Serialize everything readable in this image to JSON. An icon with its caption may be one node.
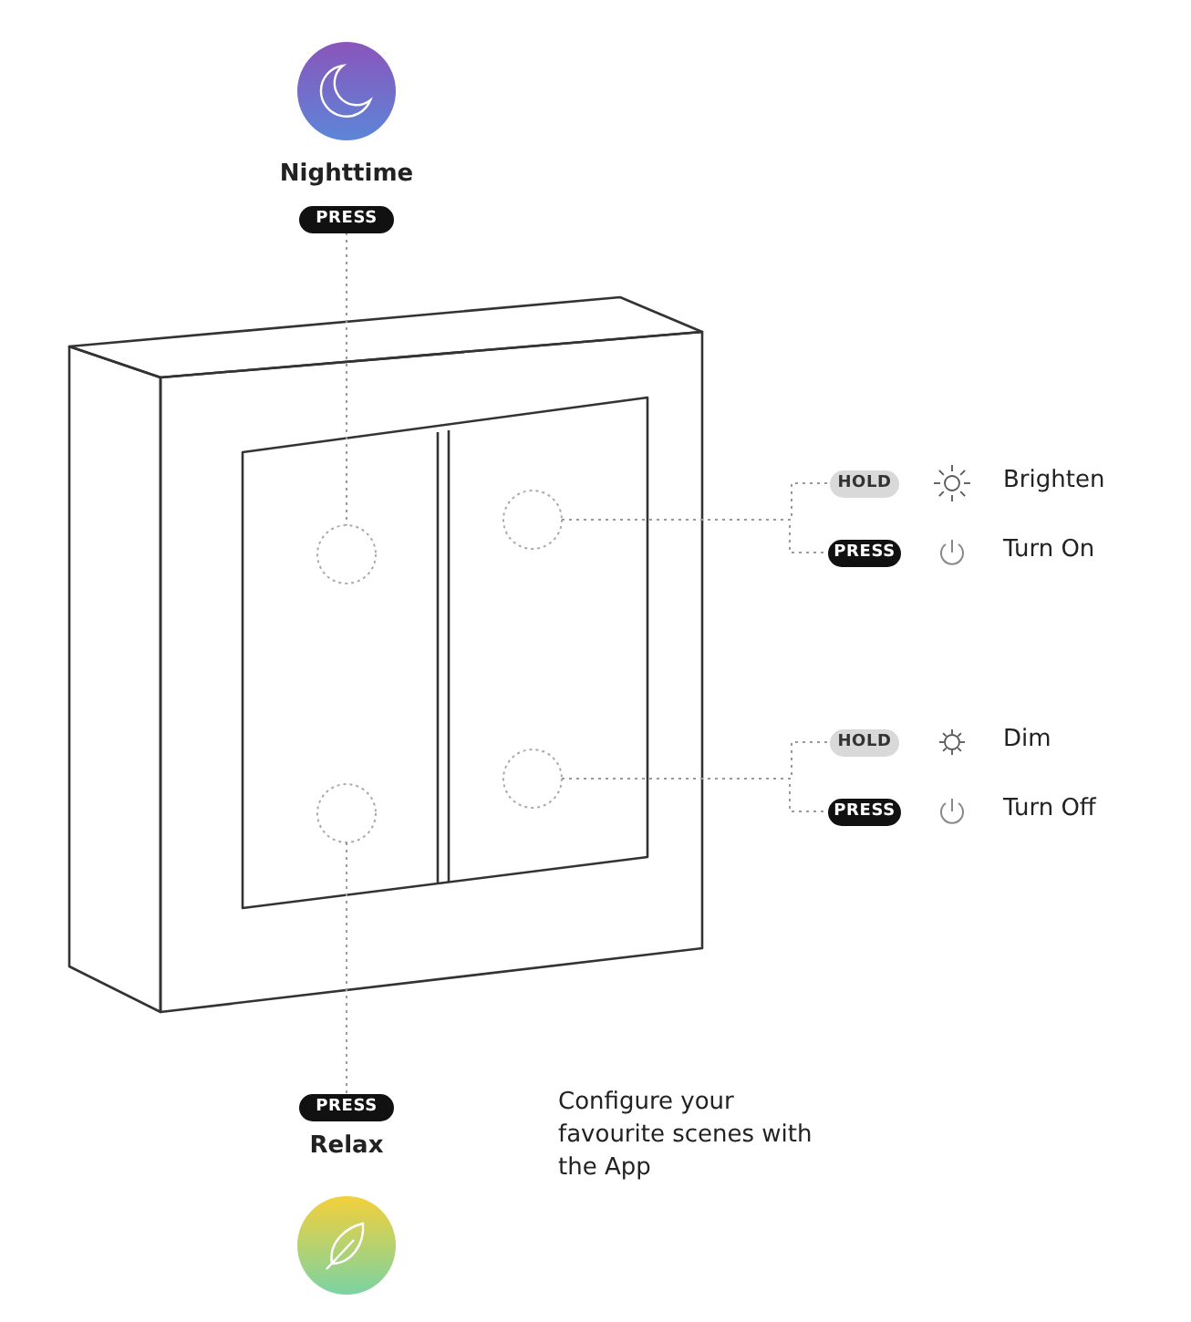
{
  "diagram": {
    "nodes": [
      {
        "text": [
          "PRESS"
        ],
        "beside": [
          "Nighttime"
        ]
      },
      {
        "text": [],
        "shape": "circle"
      },
      {
        "text": [],
        "shape": "circle"
      },
      {
        "text": [],
        "shape": "circle"
      },
      {
        "text": [],
        "shape": "circle"
      },
      {
        "text": [
          "HOLD"
        ]
      },
      {
        "text": [
          "PRESS"
        ]
      },
      {
        "text": [
          "HOLD"
        ]
      },
      {
        "text": [
          "PRESS"
        ]
      },
      {
        "text": [
          "PRESS"
        ],
        "beside": [
          "Relax"
        ]
      }
    ],
    "edges": [
      {
        "from": 0,
        "to": 1,
        "arrow": "none",
        "style": "dashed"
      },
      {
        "from": 2,
        "to": 5,
        "arrow": "none",
        "style": "dashed"
      },
      {
        "from": 2,
        "to": 6,
        "arrow": "none",
        "style": "dashed"
      },
      {
        "from": 4,
        "to": 7,
        "arrow": "none",
        "style": "dashed"
      },
      {
        "from": 4,
        "to": 8,
        "arrow": "none",
        "style": "dashed"
      },
      {
        "from": 9,
        "to": 3,
        "arrow": "none",
        "style": "dashed"
      }
    ],
    "labels": [
      "Brighten",
      "Turn On",
      "Dim",
      "Turn Off",
      "Configure your favourite scenes with the App"
    ]
  }
}
